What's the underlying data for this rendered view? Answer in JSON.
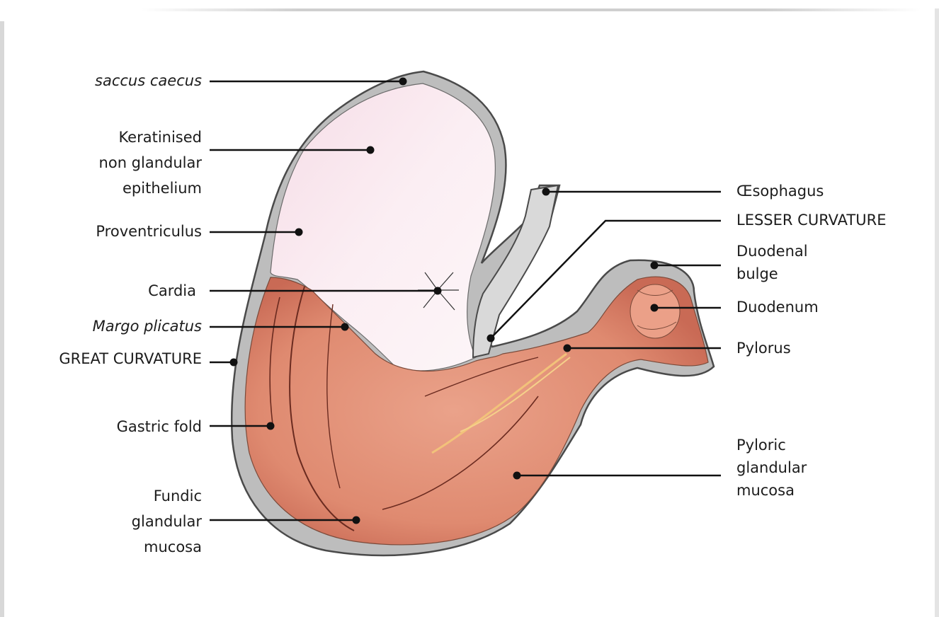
{
  "labels": {
    "saccus_caecus": "saccus caecus",
    "keratinised": "Keratinised\nnon glandular\nepithelium",
    "proventriculus": "Proventriculus",
    "cardia": "Cardia",
    "margo_plicatus": "Margo plicatus",
    "great_curvature": "GREAT CURVATURE",
    "gastric_fold": "Gastric fold",
    "fundic": "Fundic\nglandular\nmucosa",
    "oesophagus": "Œsophagus",
    "lesser_curvature": "LESSER CURVATURE",
    "duodenal_bulge": "Duodenal\nbulge",
    "duodenum": "Duodenum",
    "pylorus": "Pylorus",
    "pyloric": "Pyloric\nglandular\nmucosa"
  },
  "colors": {
    "wall": "#b8b8b8",
    "wall_outline": "#555555",
    "non_glandular": "#f8e6ee",
    "glandular": "#e28a6e",
    "leader": "#111111"
  }
}
